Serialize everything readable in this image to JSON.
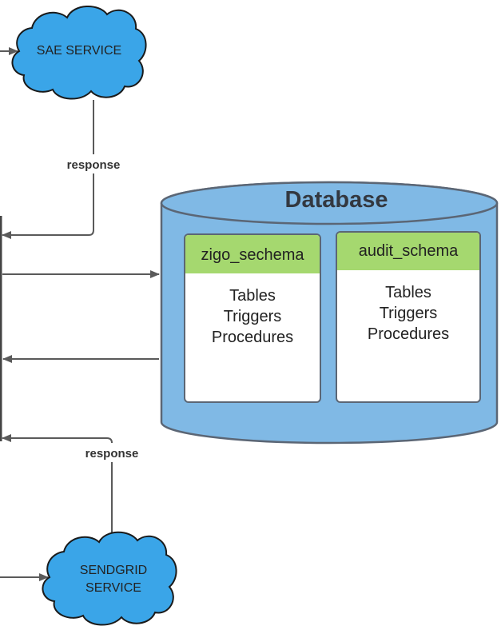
{
  "colors": {
    "cloud_fill": "#3aa5e8",
    "cloud_stroke": "#1a1a1a",
    "database_fill": "#80b9e5",
    "database_stroke": "#5b6675",
    "schema_header_fill": "#a5d86f",
    "arrow_color": "#5a5a5a"
  },
  "services": {
    "sae": {
      "label": "SAE SERVICE",
      "icon": "cloud-icon"
    },
    "sendgrid": {
      "label_line1": "SENDGRID",
      "label_line2": "SERVICE",
      "icon": "cloud-icon"
    }
  },
  "edges": {
    "sae_response": "response",
    "sendgrid_response": "response"
  },
  "database": {
    "title": "Database",
    "icon": "database-cylinder-icon",
    "schemas": [
      {
        "name": "zigo_sechema",
        "items": [
          "Tables",
          "Triggers",
          "Procedures"
        ]
      },
      {
        "name": "audit_schema",
        "items": [
          "Tables",
          "Triggers",
          "Procedures"
        ]
      }
    ]
  }
}
